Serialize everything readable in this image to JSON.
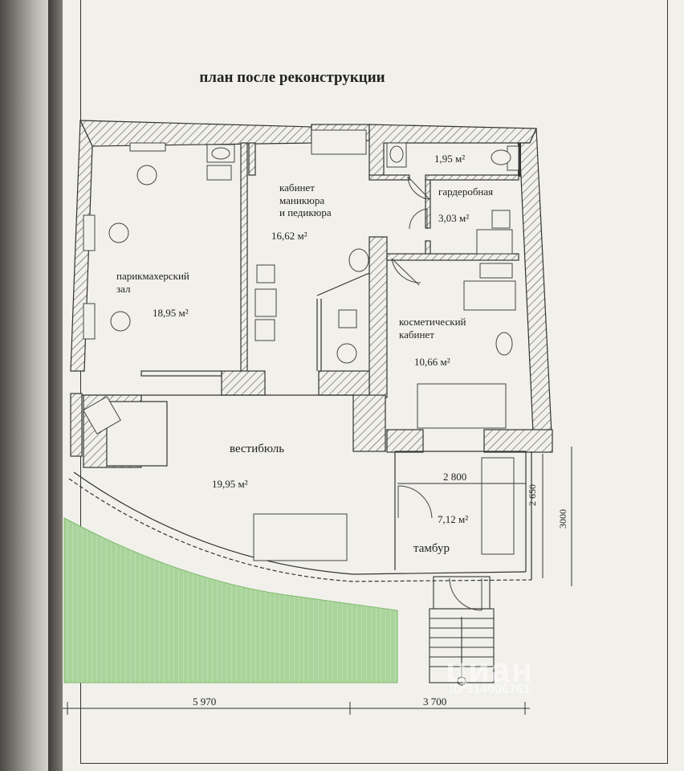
{
  "title": "план после реконструкции",
  "rooms": {
    "hair_salon": {
      "name_line1": "парикмахерский",
      "name_line2": "зал",
      "area": "18,95 м²"
    },
    "manicure": {
      "name_line1": "кабинет",
      "name_line2": "маникюра",
      "name_line3": "и педикюра",
      "area": "16,62 м²"
    },
    "wc": {
      "area": "1,95 м²"
    },
    "wardrobe": {
      "name": "гардеробная",
      "area": "3,03 м²"
    },
    "cosmetic": {
      "name_line1": "косметический",
      "name_line2": "кабинет",
      "area": "10,66 м²"
    },
    "lobby": {
      "name": "вестибюль",
      "area": "19,95 м²"
    },
    "vestibule": {
      "name": "тамбур",
      "area": "7,12 м²"
    }
  },
  "dimensions": {
    "bottom_left": "5 970",
    "bottom_right": "3 700",
    "tambur_width": "2 800",
    "side_inner": "2 650",
    "side_outer": "3000"
  },
  "watermark": {
    "brand": "циан",
    "id": "ID 314006761"
  },
  "colors": {
    "lawn": "#a9d49b",
    "hatch": "#555555",
    "paper": "#f1f0eb"
  }
}
